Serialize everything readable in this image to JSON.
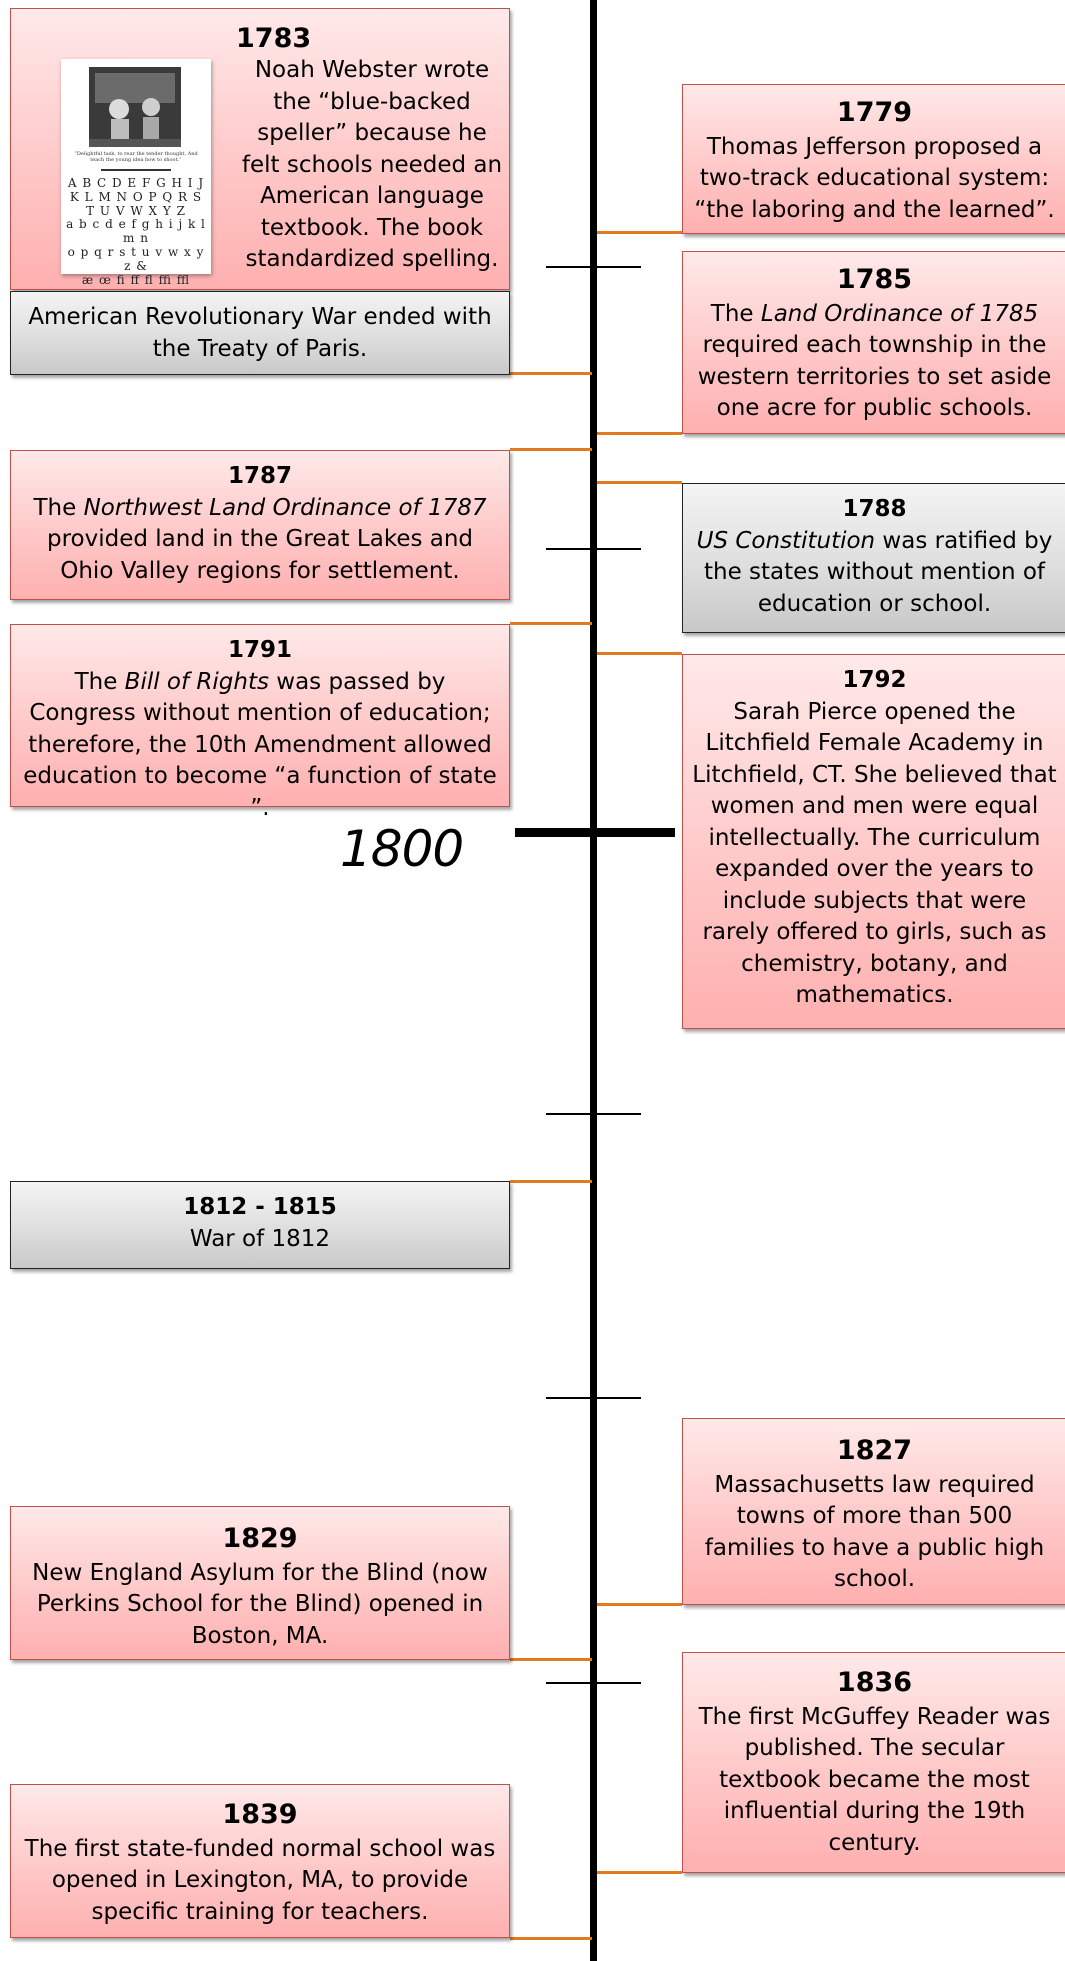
{
  "era": "1800",
  "events": [
    {
      "id": "e1783",
      "year": "1783",
      "lines": [
        "Noah Webster wrote",
        "the “blue-backed",
        "speller” because he",
        "felt schools needed an",
        "American language",
        "textbook.  The book",
        "standardized spelling."
      ]
    },
    {
      "id": "e1783war",
      "text": "American Revolutionary War ended with the Treaty of Paris."
    },
    {
      "id": "e1779",
      "year": "1779",
      "text": "Thomas Jefferson proposed a two-track educational system: “the laboring and the learned”."
    },
    {
      "id": "e1785",
      "year": "1785",
      "pre": "The ",
      "italic": "Land Ordinance of 1785",
      "post": " required each township in the western territories to set aside one acre for public schools."
    },
    {
      "id": "e1787",
      "year": "1787",
      "pre": "The ",
      "italic": "Northwest Land Ordinance of 1787",
      "post": " provided land in the Great Lakes and Ohio Valley regions for settlement."
    },
    {
      "id": "e1788",
      "year": "1788",
      "pre": "",
      "italic": "US Constitution",
      "post": " was ratified by the states without mention of education or school."
    },
    {
      "id": "e1791",
      "year": "1791",
      "pre": "The ",
      "italic": "Bill of Rights",
      "post": " was passed by Congress without mention of education; therefore, the 10th  Amendment allowed education to become “a function of state ”."
    },
    {
      "id": "e1792",
      "year": "1792",
      "text": "Sarah Pierce opened the Litchfield Female Academy in Litchfield, CT.  She believed that women and men were equal intellectually.  The curriculum expanded over the years to include subjects that were rarely offered to girls, such as chemistry, botany, and mathematics."
    },
    {
      "id": "e1812",
      "year": "1812 - 1815",
      "text": "War of 1812"
    },
    {
      "id": "e1827",
      "year": "1827",
      "text": "Massachusetts law required towns of more than 500 families to have a public high school."
    },
    {
      "id": "e1829",
      "year": "1829",
      "text": "New England Asylum for the Blind (now Perkins School for the Blind) opened in Boston, MA."
    },
    {
      "id": "e1836",
      "year": "1836",
      "text": "The first McGuffey Reader was published.  The secular textbook became the most influential during the 19th century."
    },
    {
      "id": "e1839",
      "year": "1839",
      "text": "The first state-funded normal school was opened in Lexington, MA, to provide specific training for teachers."
    }
  ],
  "speller": {
    "motto": "“Delightful task, to rear the tender thought, And teach the young idea how to shoot.”",
    "letters": [
      "A B C D E F G H I J",
      "K L M N O P Q R S",
      "T U V W X Y Z",
      "a b c d e f g h i j k l m n",
      "o p q r s t u v w x y z &",
      "æ œ ﬁ ﬀ ﬂ ﬃ ﬄ"
    ]
  },
  "colors": {
    "pink_box": "#ffc8c8",
    "gray_box": "#dcdcdc",
    "connector": "#e07b22",
    "axis": "#000000"
  }
}
